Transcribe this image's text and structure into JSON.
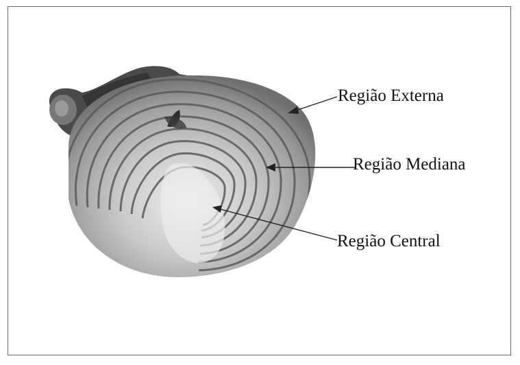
{
  "labels": {
    "external": "Região Externa",
    "median": "Região Mediana",
    "central": "Região Central"
  },
  "colors": {
    "frame": "#6a6a6a",
    "ring_line": "#5a5a5a",
    "outer_gray": "#8f8f8f",
    "inner_light": "#e6e6e6",
    "dark_neck": "#3a3a3a",
    "text": "#111111"
  }
}
